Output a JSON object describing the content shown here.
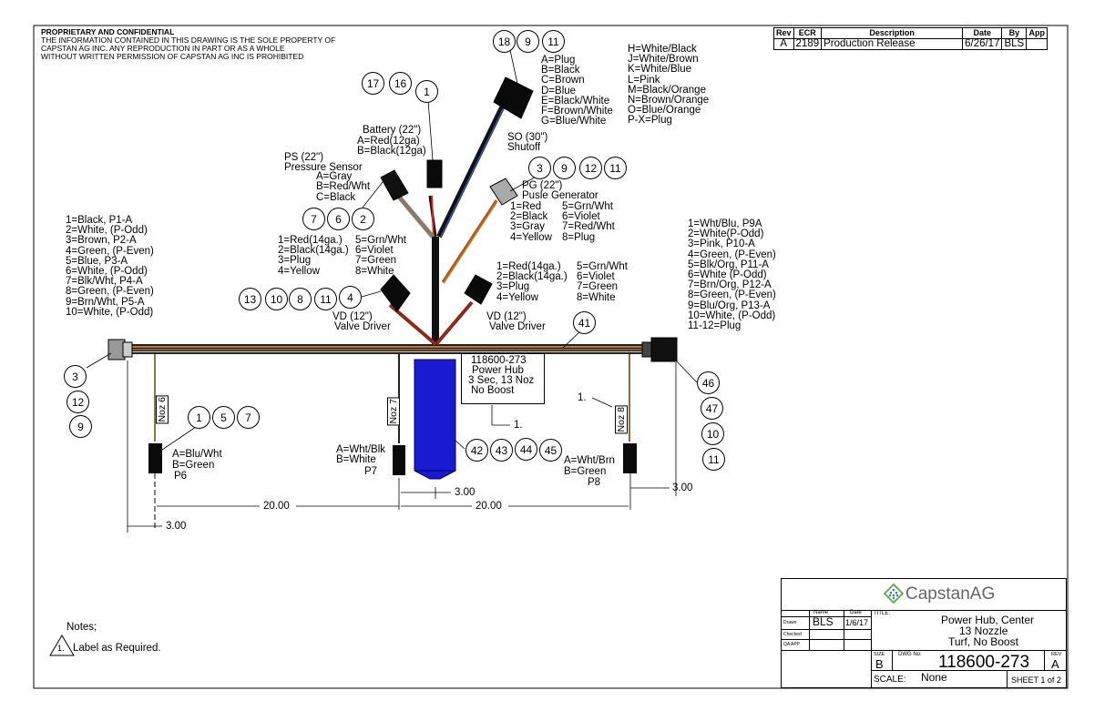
{
  "confidential": {
    "heading": "PROPRIETARY AND CONFIDENTIAL",
    "lines": [
      "THE INFORMATION CONTAINED IN THIS DRAWING IS THE SOLE PROPERTY OF",
      "CAPSTAN AG INC. ANY REPRODUCTION IN PART OR AS A WHOLE",
      "WITHOUT WRITTEN PERMISSION OF CAPSTAN AG INC IS PROHIBITED"
    ]
  },
  "revision_table": {
    "headers": [
      "Rev",
      "ECR",
      "Description",
      "Date",
      "By",
      "App"
    ],
    "rows": [
      [
        "A",
        "2189",
        "Production Release",
        "6/26/17",
        "BLS",
        ""
      ]
    ]
  },
  "shutoff": {
    "bubbles": [
      "18",
      "9",
      "11"
    ],
    "title": "SO (30\")",
    "subtitle": "Shutoff",
    "pins_left": [
      "A=Plug",
      "B=Black",
      "C=Brown",
      "D=Blue",
      "E=Black/White",
      "F=Brown/White",
      "G=Blue/White"
    ],
    "pins_right": [
      "H=White/Black",
      "J=White/Brown",
      "K=White/Blue",
      "L=Pink",
      "M=Black/Orange",
      "N=Brown/Orange",
      "O=Blue/Orange",
      "P-X=Plug"
    ]
  },
  "battery": {
    "bubbles": [
      "17",
      "16",
      "1"
    ],
    "title": "Battery (22\")",
    "pins": [
      "A=Red(12ga)",
      "B=Black(12ga)"
    ]
  },
  "pressure_sensor": {
    "title": "PS (22\")",
    "subtitle": "Pressure Sensor",
    "pins": [
      "A=Gray",
      "B=Red/Wht",
      "C=Black"
    ],
    "bubbles": [
      "7",
      "6",
      "2"
    ]
  },
  "pulse_generator": {
    "bubbles": [
      "3",
      "9",
      "12",
      "11"
    ],
    "title": "PG (22\")",
    "subtitle": "Pusle Generator",
    "pins_left": [
      "1=Red",
      "2=Black",
      "3=Gray",
      "4=Yellow"
    ],
    "pins_right": [
      "5=Grn/Wht",
      "6=Violet",
      "7=Red/Wht",
      "8=Plug"
    ]
  },
  "valve_driver_left": {
    "pins_left": [
      "1=Red(14ga.)",
      "2=Black(14ga.)",
      "3=Plug",
      "4=Yellow"
    ],
    "pins_right": [
      "5=Grn/Wht",
      "6=Violet",
      "7=Green",
      "8=White"
    ],
    "bubbles": [
      "13",
      "10",
      "8",
      "11",
      "4"
    ],
    "title": "VD (12\")",
    "subtitle": "Valve Driver"
  },
  "valve_driver_right": {
    "pins_left": [
      "1=Red(14ga.)",
      "2=Black(14ga.)",
      "3=Plug",
      "4=Yellow"
    ],
    "pins_right": [
      "5=Grn/Wht",
      "6=Violet",
      "7=Green",
      "8=White"
    ],
    "title": "VD (12\")",
    "subtitle": "Valve Driver"
  },
  "left_connector": {
    "pins": [
      "1=Black, P1-A",
      "2=White, (P-Odd)",
      "3=Brown, P2-A",
      "4=Green, (P-Even)",
      "5=Blue, P3-A",
      "6=White, (P-Odd)",
      "7=Blk/Wht, P4-A",
      "8=Green, (P-Even)",
      "9=Brn/Wht, P5-A",
      "10=White, (P-Odd)"
    ],
    "bubbles": [
      "3",
      "12",
      "9"
    ]
  },
  "right_connector": {
    "pins": [
      "1=Wht/Blu, P9A",
      "2=White(P-Odd)",
      "3=Pink, P10-A",
      "4=Green, (P-Even)",
      "5=Blk/Org, P11-A",
      "6=White (P-Odd)",
      "7=Brn/Org, P12-A",
      "8=Green, (P-Even)",
      "9=Blu/Org, P13-A",
      "10=White, (P-Odd)",
      "11-12=Plug"
    ],
    "bubbles": [
      "46",
      "47",
      "10",
      "11"
    ]
  },
  "trunk_bubble": "41",
  "hub": {
    "label_lines": [
      "118600-273",
      "Power Hub",
      "3 Sec, 13 Noz",
      "No Boost"
    ],
    "note_ref": "1.",
    "bubbles": [
      "42",
      "43",
      "44",
      "45"
    ],
    "color": "#1a1ad0"
  },
  "nozzles": [
    {
      "tag": "Noz 6",
      "pins": [
        "A=Blu/Wht",
        "B=Green"
      ],
      "plug": "P6",
      "bubbles": [
        "1",
        "5",
        "7"
      ]
    },
    {
      "tag": "Noz 7",
      "pins": [
        "A=Wht/Blk",
        "B=White"
      ],
      "plug": "P7"
    },
    {
      "tag": "Noz 8",
      "pins": [
        "A=Wht/Brn",
        "B=Green"
      ],
      "plug": "P8",
      "note_ref": "1."
    }
  ],
  "dimensions": {
    "left_offset": "3.00",
    "left_span": "20.00",
    "hub_offset": "3.00",
    "right_span": "20.00",
    "right_offset": "3.00"
  },
  "notes": {
    "heading": "Notes;",
    "items": [
      {
        "num": "1.",
        "text": "Label as Required."
      }
    ]
  },
  "title_block": {
    "company": "CapstanAG",
    "name_header": "Name",
    "date_header": "Date",
    "rows": [
      {
        "role": "Drawn",
        "name": "BLS",
        "date": "1/6/17"
      },
      {
        "role": "Checked",
        "name": "",
        "date": ""
      },
      {
        "role": "QA APP",
        "name": "",
        "date": ""
      }
    ],
    "title_label": "TITLE:",
    "title_lines": [
      "Power Hub, Center",
      "13 Nozzle",
      "Turf, No Boost"
    ],
    "size_label": "SIZE",
    "size": "B",
    "dwg_label": "DWG No:",
    "dwg_no": "118600-273",
    "rev_label": "REV",
    "rev": "A",
    "scale_label": "SCALE:",
    "scale": "None",
    "sheet": "SHEET 1 of 2"
  }
}
